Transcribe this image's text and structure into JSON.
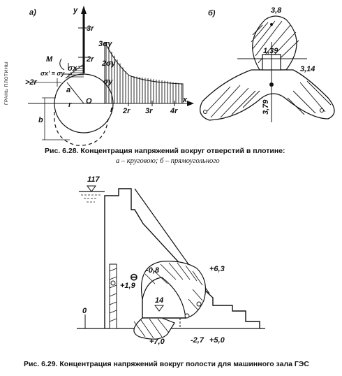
{
  "fig628": {
    "panel_a_label": "а)",
    "panel_b_label": "б)",
    "side_text": "ГРАНЬ ПЛОТИНЫ",
    "a_labels": {
      "y": "y",
      "x": "x",
      "three_r_top": "3r",
      "two_r_top": "2r",
      "M": "M",
      "sig_y_top": "3σy",
      "sig_y_mid": "2σy",
      "sig_y_low": "σy",
      "sig_x_prime": "σx' = σy",
      "sig_x": "σx",
      "gt2r": ">2r",
      "a": "a",
      "r": "r",
      "O": "O",
      "b": "b",
      "r_tick": "r",
      "two_r": "2r",
      "three_r": "3r",
      "four_r": "4r"
    },
    "b_labels": {
      "top": "3,8",
      "center": "1,39",
      "right": "3,14",
      "bottom": "3,79"
    },
    "caption_title": "Рис. 6.28. Концентрация напряжений вокруг отверстий в плотине:",
    "caption_sub": "а – круговою; б – прямоугольного"
  },
  "fig629": {
    "elev_117": "117",
    "elev_14": "14",
    "elev_0": "0",
    "v_minus08": "-0,8",
    "v_plus63": "+6,3",
    "v_plus19": "+1,9",
    "v_plus70": "+7,0",
    "v_minus27": "-2,7",
    "v_plus50": "+5,0",
    "sign_minus": "⊖",
    "caption": "Рис. 6.29. Концентрация напряжений вокруг полости для машинного зала ГЭС"
  }
}
